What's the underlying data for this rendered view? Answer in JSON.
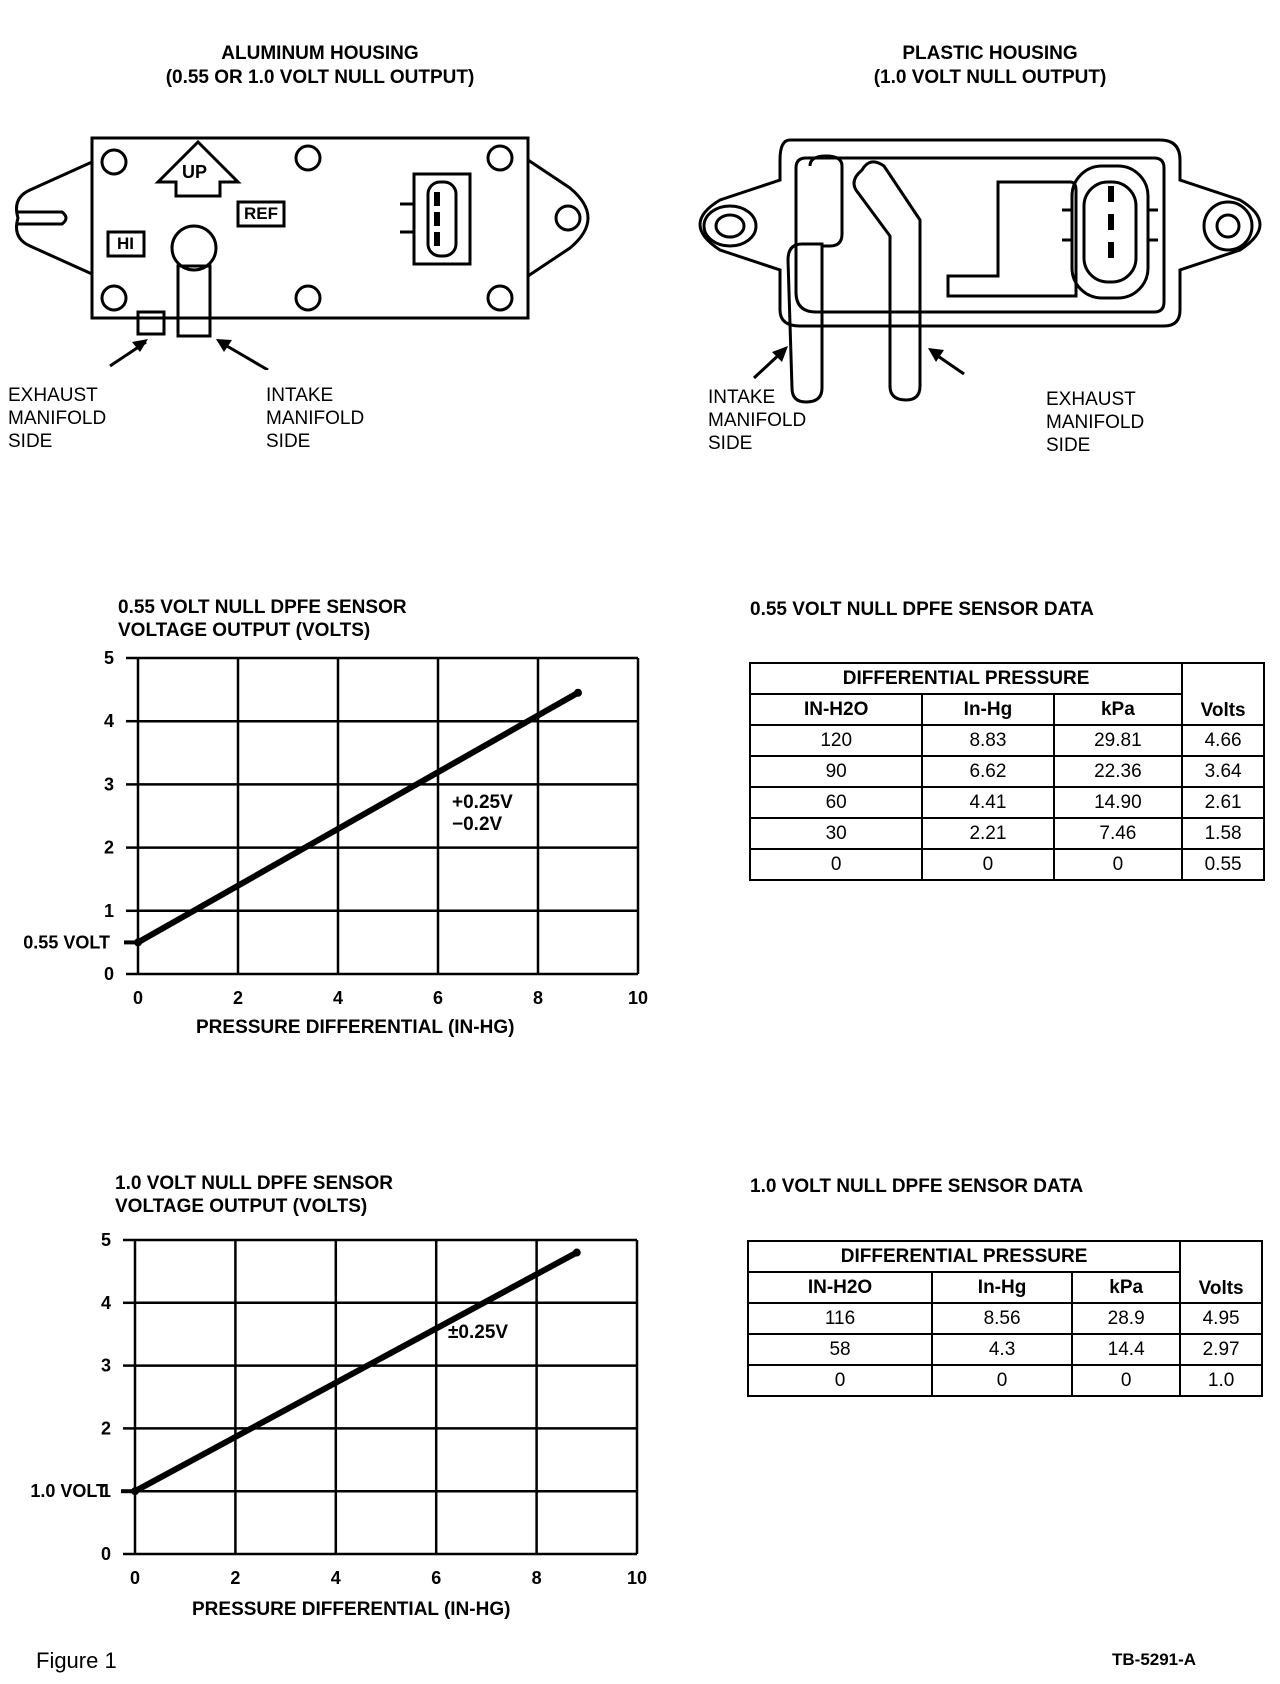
{
  "aluminum": {
    "title": "ALUMINUM HOUSING\n(0.55 OR 1.0 VOLT NULL OUTPUT)",
    "label_up": "UP",
    "label_ref": "REF",
    "label_hi": "HI",
    "exhaust_label": "EXHAUST\nMANIFOLD\nSIDE",
    "intake_label": "INTAKE\nMANIFOLD\nSIDE"
  },
  "plastic": {
    "title": "PLASTIC HOUSING\n(1.0 VOLT NULL OUTPUT)",
    "intake_label": "INTAKE\nMANIFOLD\nSIDE",
    "exhaust_label": "EXHAUST\nMANIFOLD\nSIDE"
  },
  "chart_data": [
    {
      "type": "line",
      "title": "0.55 VOLT NULL DPFE SENSOR\nVOLTAGE OUTPUT (VOLTS)",
      "xlabel": "PRESSURE DIFFERENTIAL (IN-HG)",
      "ylabel": "VOLTAGE OUTPUT (VOLTS)",
      "xlim": [
        0,
        10
      ],
      "ylim": [
        0,
        5
      ],
      "x_ticks": [
        "0",
        "2",
        "4",
        "6",
        "8",
        "10"
      ],
      "y_ticks": [
        "0",
        "1",
        "2",
        "3",
        "4",
        "5"
      ],
      "grid": true,
      "series": [
        {
          "x": [
            0,
            8.8
          ],
          "y": [
            0.5,
            4.45
          ]
        }
      ],
      "null_label": "0.55 VOLT",
      "null_value": 0.5,
      "annotation": "+0.25V\n−0.2V"
    },
    {
      "type": "line",
      "title": "1.0 VOLT NULL DPFE SENSOR\nVOLTAGE OUTPUT (VOLTS)",
      "xlabel": "PRESSURE DIFFERENTIAL (IN-HG)",
      "ylabel": "VOLTAGE OUTPUT (VOLTS)",
      "xlim": [
        0,
        10
      ],
      "ylim": [
        0,
        5
      ],
      "x_ticks": [
        "0",
        "2",
        "4",
        "6",
        "8",
        "10"
      ],
      "y_ticks": [
        "0",
        "1",
        "2",
        "3",
        "4",
        "5"
      ],
      "grid": true,
      "series": [
        {
          "x": [
            0,
            8.8
          ],
          "y": [
            1.0,
            4.8
          ]
        }
      ],
      "null_label": "1.0 VOLT",
      "null_value": 1.0,
      "annotation": "±0.25V"
    },
    {
      "type": "table",
      "title": "0.55 VOLT NULL DPFE SENSOR DATA",
      "group_header": "DIFFERENTIAL PRESSURE",
      "columns": [
        "IN-H2O",
        "In-Hg",
        "kPa",
        "Volts"
      ],
      "rows": [
        [
          "120",
          "8.83",
          "29.81",
          "4.66"
        ],
        [
          "90",
          "6.62",
          "22.36",
          "3.64"
        ],
        [
          "60",
          "4.41",
          "14.90",
          "2.61"
        ],
        [
          "30",
          "2.21",
          "7.46",
          "1.58"
        ],
        [
          "0",
          "0",
          "0",
          "0.55"
        ]
      ]
    },
    {
      "type": "table",
      "title": "1.0 VOLT NULL DPFE SENSOR DATA",
      "group_header": "DIFFERENTIAL PRESSURE",
      "columns": [
        "IN-H2O",
        "In-Hg",
        "kPa",
        "Volts"
      ],
      "rows": [
        [
          "116",
          "8.56",
          "28.9",
          "4.95"
        ],
        [
          "58",
          "4.3",
          "14.4",
          "2.97"
        ],
        [
          "0",
          "0",
          "0",
          "1.0"
        ]
      ]
    }
  ],
  "footer": {
    "figure": "Figure 1",
    "code": "TB-5291-A"
  }
}
